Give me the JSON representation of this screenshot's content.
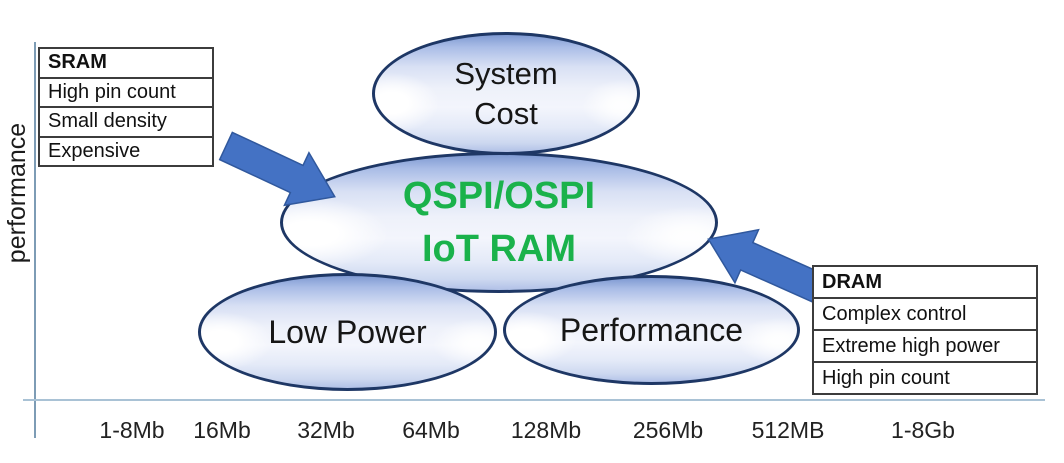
{
  "diagram": {
    "y_axis_label": "performance",
    "x_axis_labels": [
      "1-8Mb",
      "16Mb",
      "32Mb",
      "64Mb",
      "128Mb",
      "256Mb",
      "512MB",
      "1-8Gb"
    ],
    "bubbles": {
      "system_cost": {
        "line1": "System",
        "line2": "Cost"
      },
      "iot_ram": {
        "line1": "QSPI/OSPI",
        "line2": "IoT RAM"
      },
      "low_power": {
        "label": "Low Power"
      },
      "performance": {
        "label": "Performance"
      }
    },
    "callouts": {
      "sram": {
        "title": "SRAM",
        "rows": [
          "High pin count",
          "Small density",
          "Expensive"
        ]
      },
      "dram": {
        "title": "DRAM",
        "rows": [
          "Complex control",
          "Extreme high power",
          "High pin count"
        ]
      }
    },
    "colors": {
      "bubble_border": "#1e3765",
      "bubble_fill_center": "#f3f5fc",
      "bubble_fill_edge": "#7f9ad2",
      "arrow_blue": "#4472c4",
      "headline_green": "#1ab24b",
      "axis_line": "#a9c2d5"
    }
  }
}
